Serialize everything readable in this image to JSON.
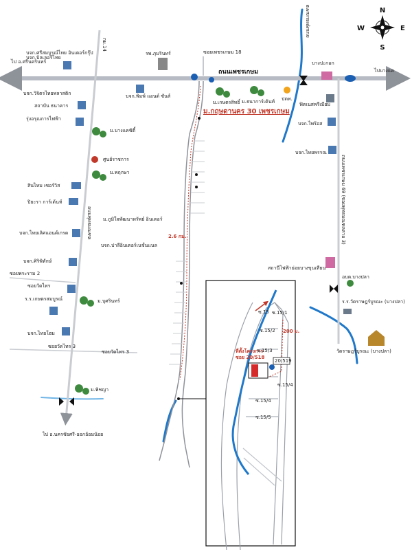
{
  "compass": {
    "n": "N",
    "s": "S",
    "e": "E",
    "w": "W"
  },
  "roads": {
    "main_road": "ถนนเพชรเกษม",
    "to_left": "ไป อ.ศรีนครินทร์",
    "to_right": "ไปบางแค",
    "project": "ม.กฤษดานคร 30 เพชรเกษม",
    "left_road_top": "กม.14",
    "left_vertical": "ถนนพุทธมณฑล",
    "right_vertical": "ถนนเพชรเกษม 69 (ซอยพุทธมณฑลสาย 3)",
    "soi_top": "ซอยเพชรเกษม 18",
    "top_right_road": "ถนนพุทธมณฑล",
    "soi_left_mid": "ซอยพระราม 2",
    "soi_left_low": "ซอยวัดไทร 3",
    "soi_left_low2": "ซอยวัดไทร 3",
    "to_bottom": "ไป อ.นครชัยศรี-ออกอ้อมน้อย",
    "dist_main": "2.6 กม.",
    "dist_inset": "200 ม."
  },
  "landmarks_left": [
    "บจก.ศรีสมบูรณ์ไทย อินเตอร์กรุ๊ป",
    "บจก.บิลเลอร์ไทย",
    "บจก.วิจิตรไทยพลาสติก",
    "สถาบัน ธนาคาร",
    "รุ่งอรุณการไฟฟ้า",
    "ม.บางแคซิตี้",
    "ศูนย์ราชการ",
    "ม.พฤกษา",
    "สินไหม เซอร์วิส",
    "ปิยะรา การ์เด้นท์",
    "บจก.ไทยเลิศแอนด์เกรด",
    "บจก.ปาลีอินเตอร์เนชั่นแนล",
    "บจก.ศิริพิทักษ์",
    "ซอยวัดไทร",
    "ร.ร.เกษตรสมบูรณ์",
    "ม.บุศรินทร์",
    "บจก.ไทยโฮม",
    "ม.พิชญา"
  ],
  "landmarks_mid": [
    "รพ.ภุมรินทร์",
    "บจก.พิมพ์ แอนด์ ซันส์",
    "ม.เกษตรสิทธิ์",
    "ม.ธนาการ์เด้นท์",
    "ม.ภูมิใจพัฒนาทรัพย์ อินเตอร์"
  ],
  "landmarks_right": [
    "ปตท.",
    "บางปะกอก",
    "ฟิตเนสพรีเมียม",
    "บจก.ไพร้อส",
    "บจก.ไทยพรรณ",
    "สถานีไฟฟ้าย่อยบางขุนเทียน",
    "อบต.บางปลา",
    "ร.ร.วัดราษฎร์บูรณะ (บางปลา)",
    "วัดราษฎร์บูรณะ (บางปลา)"
  ],
  "inset": {
    "site_label": "ที่ตั้งโครงการ",
    "site_label2": "ซอย 20/518",
    "soi_a": "ซ.15/1",
    "soi_b": "ซ.15/2",
    "soi_c": "ซ.15/3",
    "soi_d": "ซ.15/4",
    "soi_e": "ซ.15/5",
    "plot": "20/519",
    "corner": "ซ.15/4",
    "gate": "ซ.15"
  },
  "colors": {
    "road": "#c9ccd1",
    "road_edge": "#8e9299",
    "main_road": "#b7bcc4",
    "river": "#1f78c9",
    "river_light": "#6fb5e6",
    "dashed": "#c0392b",
    "building": "#4a78b0",
    "tree": "#3e8a3e",
    "site": "#d62b2b",
    "pin": "#1b5fb3"
  }
}
